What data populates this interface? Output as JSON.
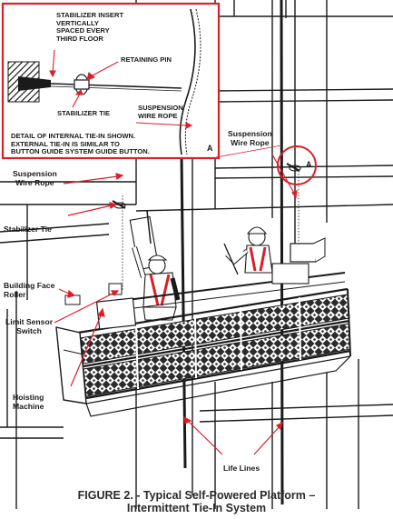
{
  "inset": {
    "insert_note": "STABILIZER INSERT\nVERTICALLY\nSPACED EVERY\nTHIRD FLOOR",
    "retaining_pin": "RETAINING PIN",
    "stabilizer_tie": "STABILIZER TIE",
    "suspension_wire_rope": "SUSPENSION\nWIRE ROPE",
    "detail_note": "DETAIL OF INTERNAL TIE-IN SHOWN.\nEXTERNAL TIE-IN IS SIMILAR TO\nBUTTON GUIDE SYSTEM GUIDE BUTTON.",
    "marker": "A"
  },
  "labels": {
    "suspension_left": "Suspension\nWire Rope",
    "suspension_right": "Suspension\nWire Rope",
    "stabilizer_tie": "Stabilizer Tie",
    "building_face_roller": "Building Face\nRoller",
    "limit_sensor_switch": "Limit Sensor\nSwitch",
    "hoisting_machine": "Hoisting\nMachine",
    "life_lines": "Life Lines",
    "detail_marker": "A"
  },
  "caption": {
    "text": "FIGURE 2. - Typical Self-Powered Platform –\nIntermittent Tie-In System"
  },
  "colors": {
    "callout": "#d8202a",
    "ink": "#1a1a1a",
    "platform_fill": "#3a3a3a"
  }
}
